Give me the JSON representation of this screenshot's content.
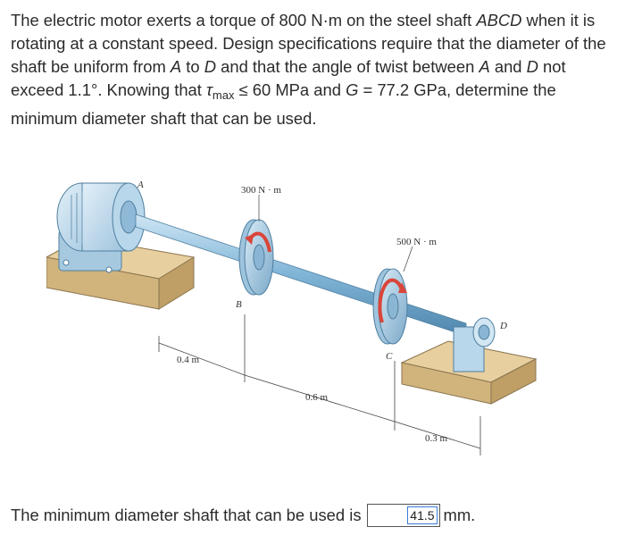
{
  "problem": {
    "s1": "The electric motor exerts a torque of 800 N·m on the steel shaft ",
    "shaft": "ABCD",
    "s2": " when it is rotating at a constant speed. Design specifications require that the diameter of the shaft be uniform from ",
    "a": "A",
    "s3": " to ",
    "d": "D",
    "s4": " and that the angle of twist between ",
    "a2": "A",
    "s5": " and ",
    "d2": "D",
    "s6": " not exceed 1.1°. Knowing that ",
    "tau": "τ",
    "tau_sub": "max",
    "s7": " ≤ 60 MPa and ",
    "g": "G",
    "s8": " = 77.2 GPa, determine the minimum diameter shaft that can be used."
  },
  "figure": {
    "label_a": "A",
    "label_b": "B",
    "label_c": "C",
    "label_d": "D",
    "torque_b": "300 N · m",
    "torque_c": "500 N · m",
    "dim_ab": "0.4 m",
    "dim_bc": "0.6 m",
    "dim_cd": "0.3 m"
  },
  "answer": {
    "prefix": "The minimum diameter shaft that can be used is",
    "value": "41.5",
    "unit": "mm."
  }
}
